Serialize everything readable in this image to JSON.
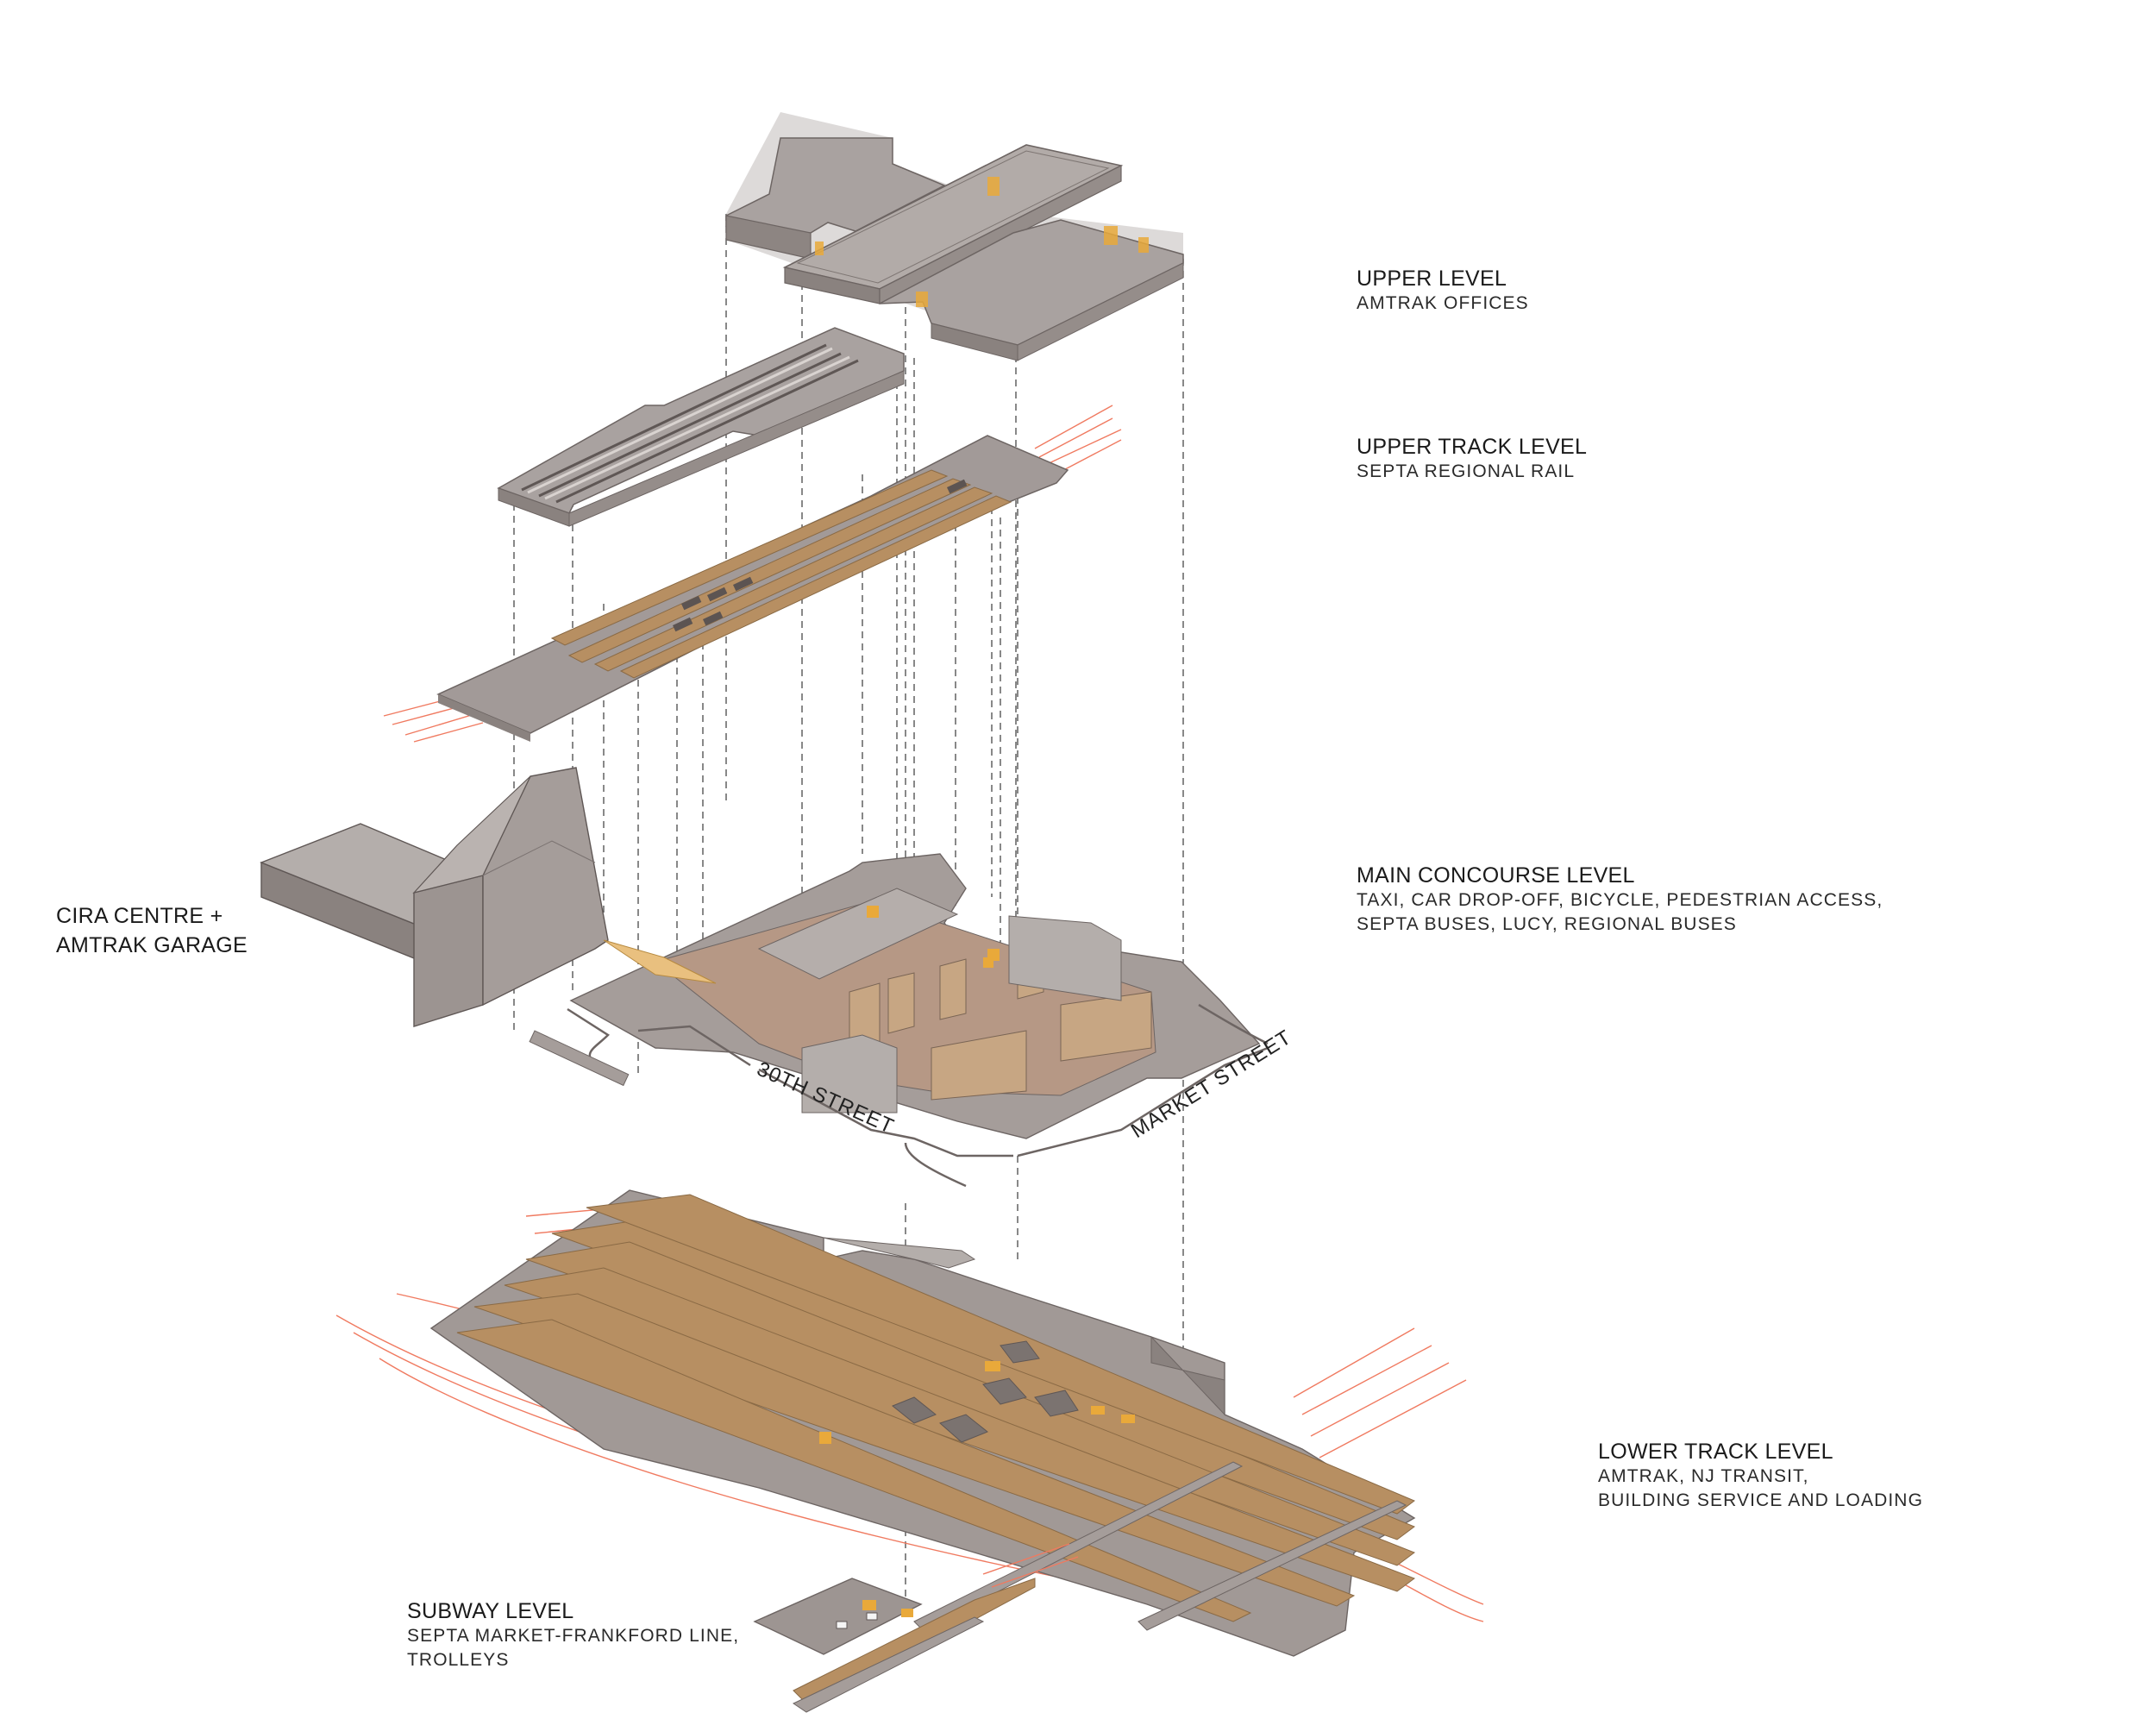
{
  "levels": {
    "upper": {
      "title": "UPPER LEVEL",
      "subtitle": "AMTRAK OFFICES"
    },
    "upper_track": {
      "title": "UPPER TRACK LEVEL",
      "subtitle": "SEPTA REGIONAL RAIL"
    },
    "main_concourse": {
      "title": "MAIN CONCOURSE LEVEL",
      "subtitle_line1": "TAXI, CAR DROP-OFF, BICYCLE, PEDESTRIAN ACCESS,",
      "subtitle_line2": "SEPTA BUSES, LUCY, REGIONAL BUSES"
    },
    "lower_track": {
      "title": "LOWER TRACK LEVEL",
      "subtitle_line1": "AMTRAK, NJ TRANSIT,",
      "subtitle_line2": "BUILDING SERVICE AND LOADING"
    },
    "subway": {
      "title": "SUBWAY LEVEL",
      "subtitle_line1": "SEPTA MARKET-FRANKFORD LINE,",
      "subtitle_line2": "TROLLEYS"
    }
  },
  "cira": {
    "line1": "CIRA CENTRE +",
    "line2": "AMTRAK GARAGE"
  },
  "streets": {
    "thirtieth": "30TH STREET",
    "market": "MARKET STREET"
  },
  "colors": {
    "slab": "#a59d9a",
    "slab_dark": "#8a827f",
    "platform": "#b78f62",
    "track_line": "#f07a60",
    "accent": "#e9a93a"
  }
}
